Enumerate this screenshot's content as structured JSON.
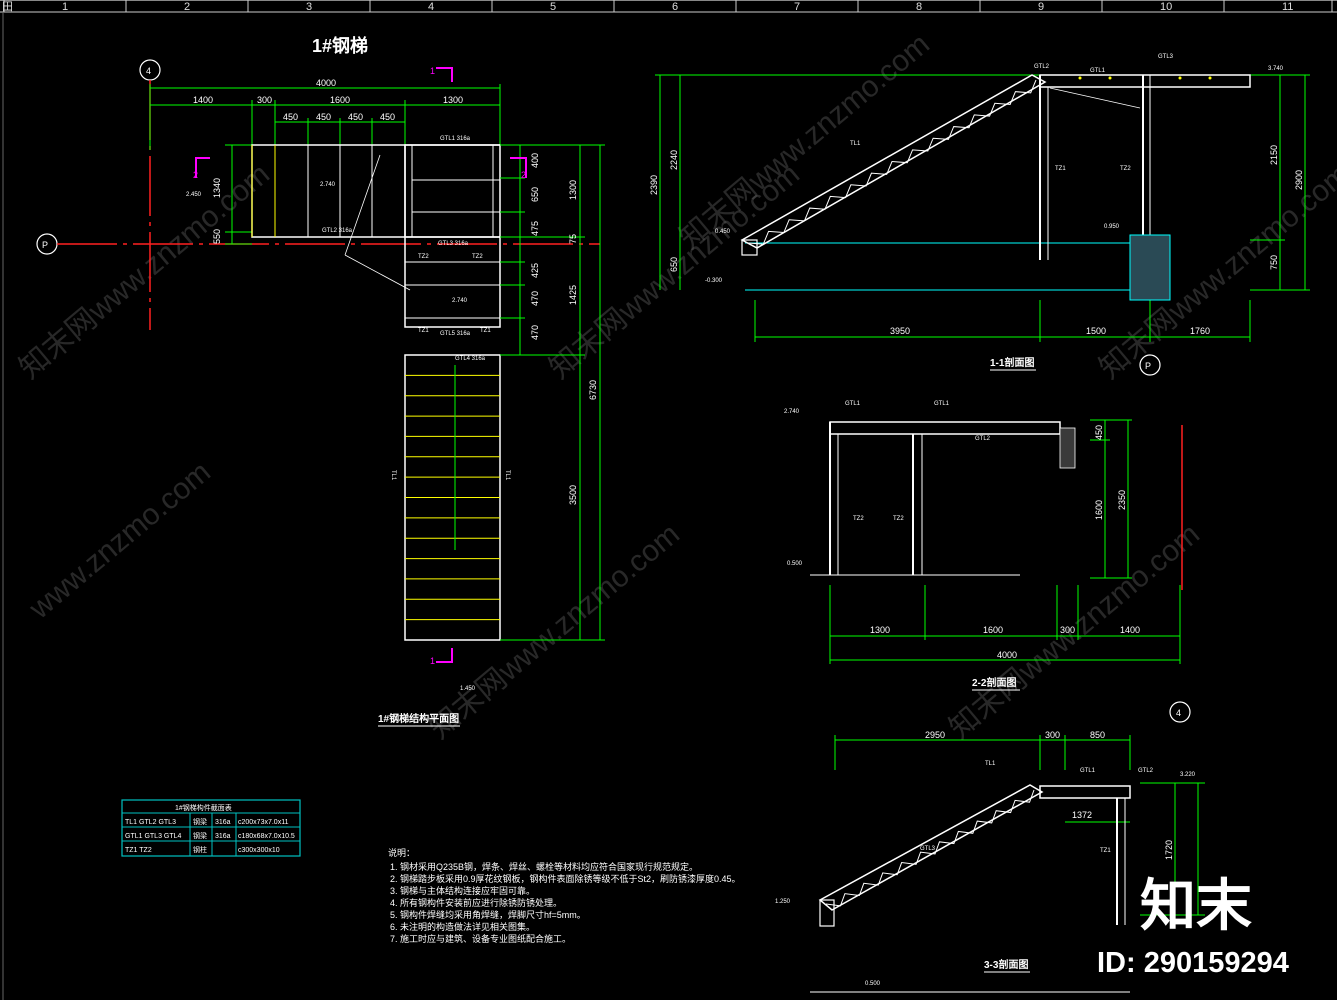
{
  "ruler": {
    "labels": [
      "1",
      "2",
      "3",
      "4",
      "5",
      "6",
      "7",
      "8",
      "9",
      "10",
      "11"
    ]
  },
  "corner_marker": "田",
  "plan": {
    "title": "1#钢梯",
    "caption": "1#钢梯结构平面图",
    "axis_4": "4",
    "axis_p": "P",
    "total_width": "4000",
    "segments": [
      "1400",
      "300",
      "1600",
      "1300"
    ],
    "sub_segments": [
      "450",
      "450",
      "450",
      "450"
    ],
    "side_dims": [
      "400",
      "650",
      "475",
      "425",
      "470",
      "470"
    ],
    "overall_dims": [
      "1300",
      "75",
      "1425",
      "6730",
      "3500"
    ],
    "left_dims": [
      "1340",
      "550"
    ],
    "elevations": [
      "2.450",
      "2.740",
      "2.740",
      "1.450"
    ],
    "section_marks": {
      "s1_top": "1",
      "s1_bottom": "1",
      "s2_left": "2",
      "s2_right": "2"
    },
    "beam_labels": [
      "GTL1 316a",
      "GTL2 316a",
      "GTL3 316a",
      "GTL4 316a",
      "GTL5 316a"
    ],
    "column_labels": [
      "TZ2",
      "TZ2",
      "TZ1",
      "TZ1"
    ],
    "stringer_labels": [
      "TL1",
      "TL1"
    ]
  },
  "section_1": {
    "caption": "1-1剖面图",
    "axis_p": "P",
    "dims_bottom": [
      "3950",
      "1500",
      "1760"
    ],
    "dims_left": [
      "2240",
      "2390",
      "650"
    ],
    "dims_right": [
      "2150",
      "2900",
      "750"
    ],
    "elevations": [
      "3.740",
      "0.450",
      "-0.300",
      "0.950"
    ],
    "labels": [
      "TZ1",
      "TZ2",
      "TL1",
      "GTL1",
      "GTL2",
      "GTL3"
    ]
  },
  "section_2": {
    "caption": "2-2剖面图",
    "axis_4": "4",
    "dims_bottom": [
      "1300",
      "1600",
      "300",
      "1400"
    ],
    "total": "4000",
    "dims_right": [
      "1600",
      "2350",
      "450"
    ],
    "elevations": [
      "2.740",
      "0.500"
    ],
    "labels": [
      "TZ2",
      "TZ2",
      "GTL1",
      "GTL1",
      "GTL2"
    ]
  },
  "section_3": {
    "caption": "3-3剖面图",
    "dims_top": [
      "2950",
      "300",
      "850"
    ],
    "dims_other": [
      "1372",
      "1720"
    ],
    "elevations": [
      "3.220",
      "1.250",
      "0.500"
    ],
    "labels": [
      "TL1",
      "TZ1",
      "GTL1",
      "GTL2",
      "GTL3"
    ]
  },
  "table": {
    "title": "1#钢梯构件截面表",
    "rows": [
      [
        "TL1  GTL2  GTL3",
        "钢梁",
        "316a",
        "c200x73x7.0x11"
      ],
      [
        "GTL1  GTL3  GTL4",
        "钢梁",
        "316a",
        "c180x68x7.0x10.5"
      ],
      [
        "TZ1   TZ2",
        "钢柱",
        "",
        "c300x300x10"
      ]
    ]
  },
  "notes": {
    "heading": "说明：",
    "items": [
      "1. 钢材采用Q235B钢，焊条、焊丝、螺栓等材料均应符合国家现行规范规定。",
      "2. 钢梯踏步板采用0.9厚花纹钢板，钢构件表面除锈等级不低于St2，刷防锈漆厚度0.45。",
      "3. 钢梯与主体结构连接应牢固可靠。",
      "4. 所有钢构件安装前应进行除锈防锈处理。",
      "5. 钢构件焊缝均采用角焊缝，焊脚尺寸hf=5mm。",
      "6. 未注明的构造做法详见相关图集。",
      "7. 施工时应与建筑、设备专业图纸配合施工。"
    ]
  },
  "brand": {
    "logo": "知末",
    "id": "ID: 290159294"
  },
  "watermarks": [
    "知末网www.znzmo.com",
    "知末网www.znzmo.com",
    "知末网www.znzmo.com",
    "知末网www.znzmo.com",
    "知末网www.znzmo.com",
    "知末网www.znzmo.com",
    "www.znzmo.com"
  ],
  "colors": {
    "background": "#000000",
    "dimension": "#00ff00",
    "structure": "#ffffff",
    "axis": "#ff2020",
    "section_mark": "#ff00ff",
    "yellow": "#ffff00",
    "cyan": "#00ffff",
    "table": "#00c0c0"
  }
}
